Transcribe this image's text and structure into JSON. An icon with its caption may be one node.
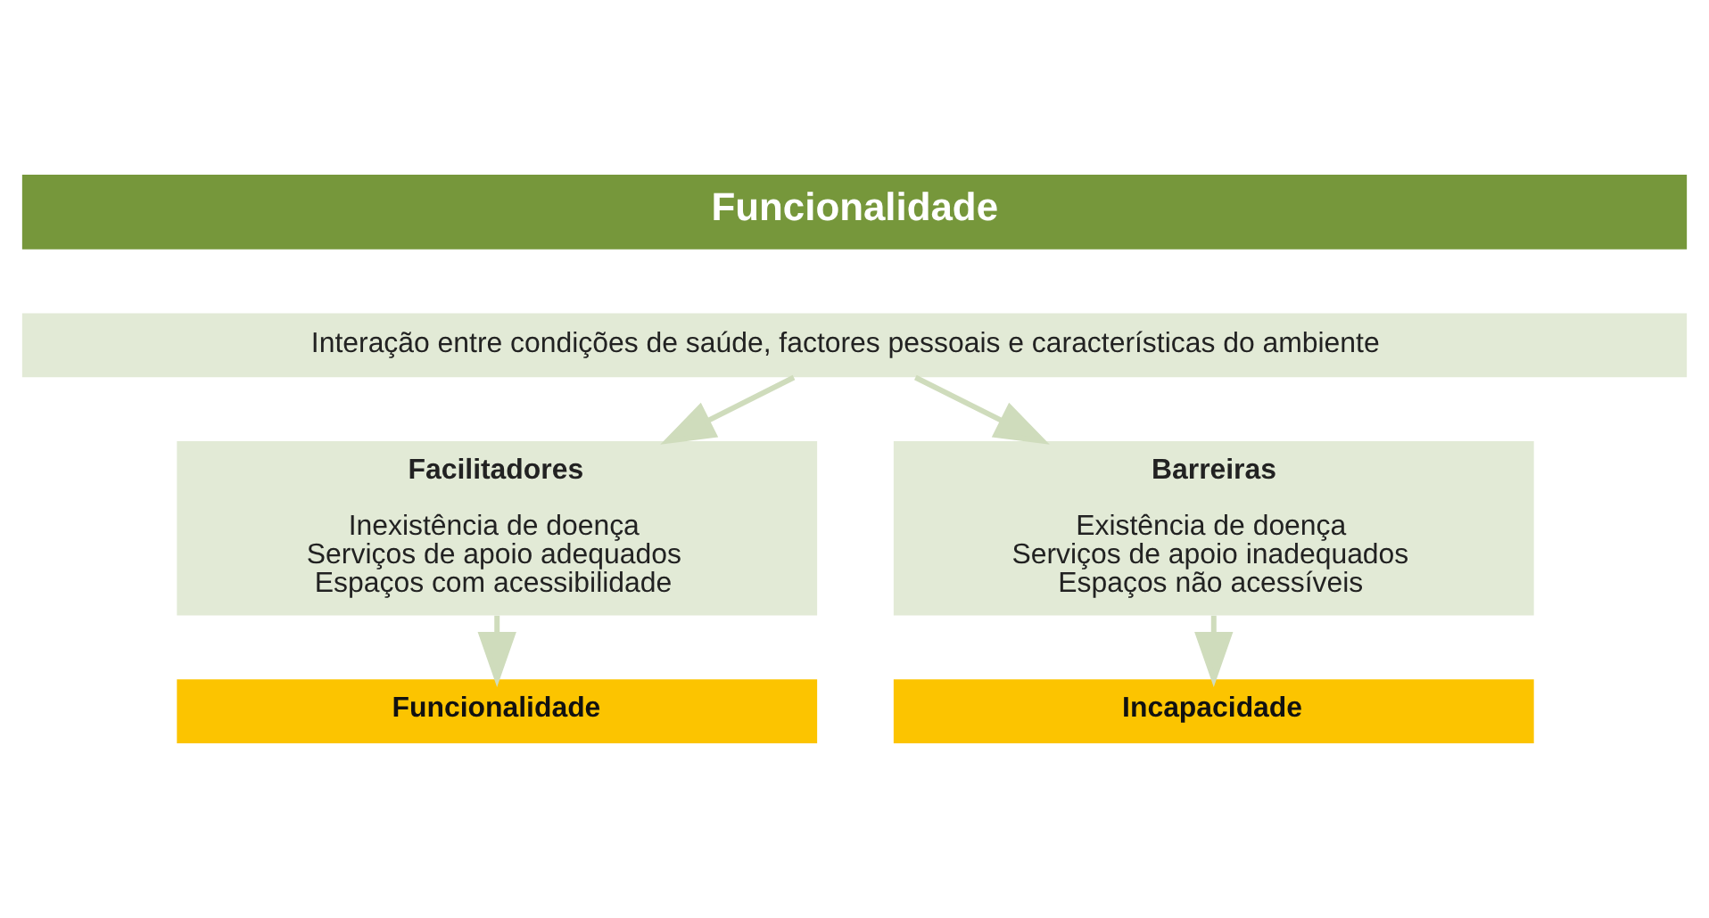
{
  "diagram": {
    "nodes": [
      {
        "text": [
          "Funcionalidade"
        ]
      },
      {
        "text": [
          "Interação entre condições de saúde, factores pessoais e características do ambiente"
        ]
      },
      {
        "text": [
          "Facilitadores",
          "Inexistência de doença",
          "Serviços de apoio adequados",
          "Espaços com acessibilidade"
        ]
      },
      {
        "text": [
          "Barreiras",
          "Existência de doença",
          "Serviços de apoio inadequados",
          "Espaços não acessíveis"
        ]
      },
      {
        "text": [
          "Funcionalidade"
        ]
      },
      {
        "text": [
          "Incapacidade"
        ]
      }
    ],
    "edges": [
      {
        "from": 1,
        "to": 2,
        "arrow": "to"
      },
      {
        "from": 1,
        "to": 3,
        "arrow": "to"
      },
      {
        "from": 2,
        "to": 4,
        "arrow": "to"
      },
      {
        "from": 3,
        "to": 5,
        "arrow": "to"
      }
    ]
  }
}
